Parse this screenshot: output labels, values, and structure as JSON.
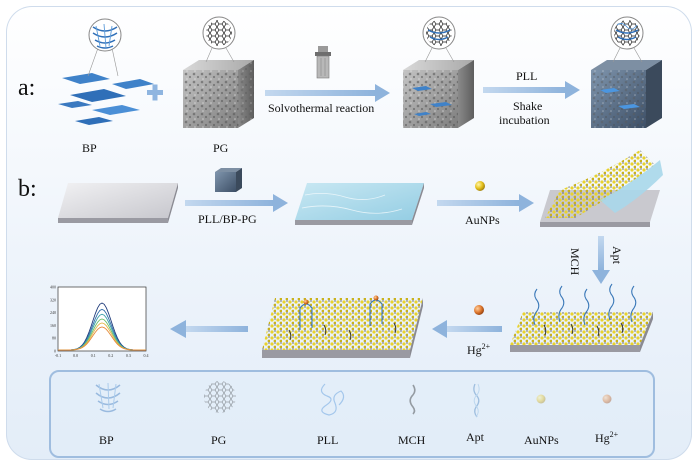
{
  "panels": {
    "a": {
      "label": "a:"
    },
    "b": {
      "label": "b:"
    }
  },
  "row_a": {
    "bp": "BP",
    "pg": "PG",
    "step1": "Solvothermal reaction",
    "step2_top": "PLL",
    "step2_bottom_1": "Shake",
    "step2_bottom_2": "incubation"
  },
  "row_b": {
    "step1": "PLL/BP-PG",
    "step2": "AuNPs",
    "step3_left": "MCH",
    "step3_right": "Apt",
    "step4": "Hg",
    "step4_sup": "2+"
  },
  "voltammogram": {
    "y_ticks": [
      "400",
      "320",
      "240",
      "160",
      "80",
      "0"
    ],
    "x_ticks": [
      "-0.1",
      "0.0",
      "0.1",
      "0.2",
      "0.3",
      "0.4"
    ],
    "series_peaks": [
      300,
      260,
      230,
      200,
      175,
      150
    ],
    "series_colors": [
      "#1f3b7a",
      "#2c6aa8",
      "#3aa0a8",
      "#6cbf6c",
      "#e5b84b",
      "#e58a3a"
    ]
  },
  "legend": {
    "items": [
      {
        "label": "BP"
      },
      {
        "label": "PG"
      },
      {
        "label": "PLL"
      },
      {
        "label": "MCH"
      },
      {
        "label": "Apt"
      },
      {
        "label": "AuNPs"
      },
      {
        "label": "Hg",
        "sup": "2+"
      }
    ]
  },
  "colors": {
    "arrow": "#a9c6e6",
    "bp_blue": "#3f82c9",
    "substrate_gray": "#c9c9cf",
    "film_blue": "#a8d7ea",
    "gold": "#e7cf2f",
    "hg_orange": "#e07a30"
  }
}
